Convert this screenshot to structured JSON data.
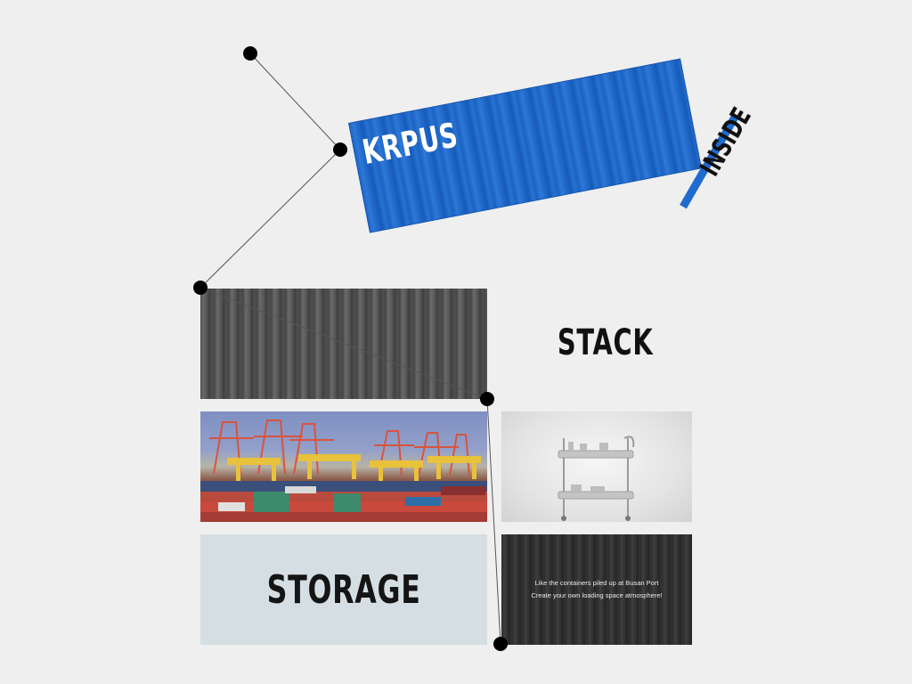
{
  "blue_container": {
    "title": "KRPUS"
  },
  "inside_label": "INSIDE",
  "stack_label": "STACK",
  "storage_label": "STORAGE",
  "caption": {
    "line1": "Like the containers piled up at Busan Port",
    "line2": "Create your own loading space atmosphere!"
  },
  "colors": {
    "background": "#efefef",
    "accent_blue": "#1f6bd0",
    "storage_tile": "#d5dfe3",
    "node": "#000000"
  }
}
